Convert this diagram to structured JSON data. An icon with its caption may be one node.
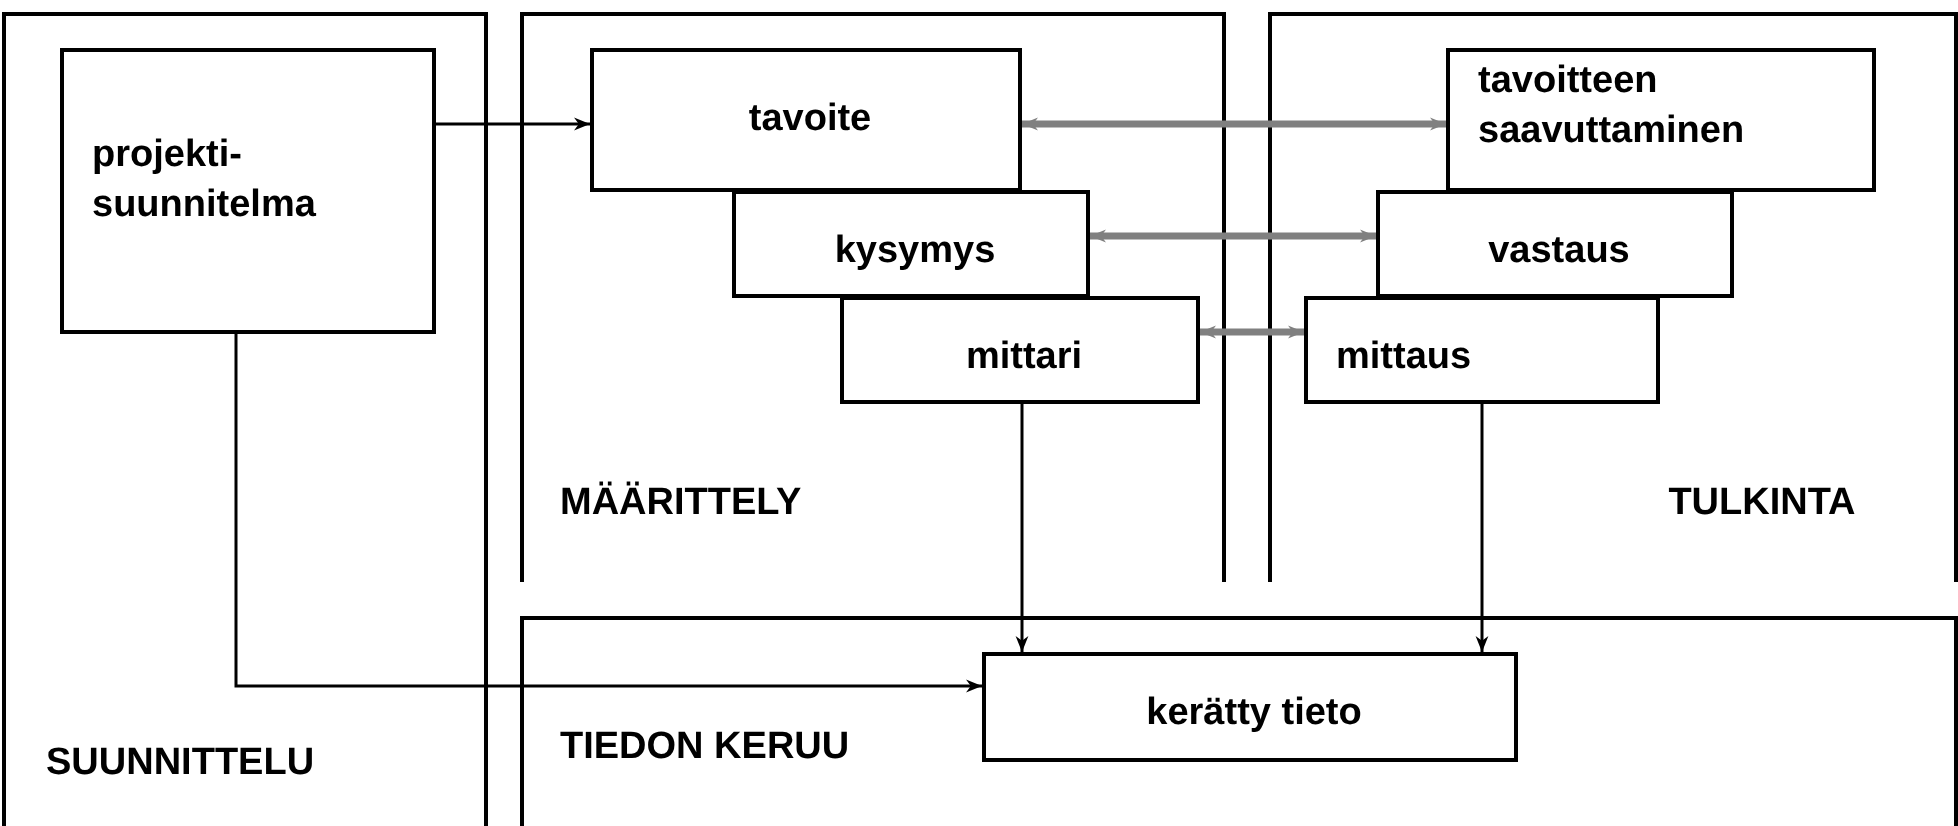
{
  "diagram": {
    "nodes": [
      {
        "text": [
          "SUUNNITTELU"
        ]
      },
      {
        "text": [
          "projekti- suunnitelma"
        ],
        "in": 0
      },
      {
        "text": [
          "MÄÄRITTELY"
        ]
      },
      {
        "text": [
          "tavoite"
        ],
        "in": 2
      },
      {
        "text": [
          "kysymys"
        ],
        "in": 2
      },
      {
        "text": [
          "mittari"
        ],
        "in": 2
      },
      {
        "text": [
          "TULKINTA"
        ]
      },
      {
        "text": [
          "tavoitteen saavuttaminen"
        ],
        "in": 6
      },
      {
        "text": [
          "vastaus"
        ],
        "in": 6
      },
      {
        "text": [
          "mittaus"
        ],
        "in": 6
      },
      {
        "text": [
          "TIEDON KERUU"
        ]
      },
      {
        "text": [
          "kerätty tieto"
        ],
        "in": 10
      }
    ],
    "edges": [
      {
        "from": 1,
        "to": 3,
        "arrow": "to"
      },
      {
        "from": 3,
        "to": 7,
        "arrow": "both",
        "style": "thick",
        "color": "#808080"
      },
      {
        "from": 4,
        "to": 8,
        "arrow": "both",
        "style": "thick",
        "color": "#808080"
      },
      {
        "from": 5,
        "to": 9,
        "arrow": "both",
        "style": "thick",
        "color": "#808080"
      },
      {
        "from": 5,
        "to": 11,
        "arrow": "to"
      },
      {
        "from": 9,
        "to": 11,
        "arrow": "to"
      },
      {
        "from": 1,
        "to": 11,
        "arrow": "to"
      }
    ]
  }
}
